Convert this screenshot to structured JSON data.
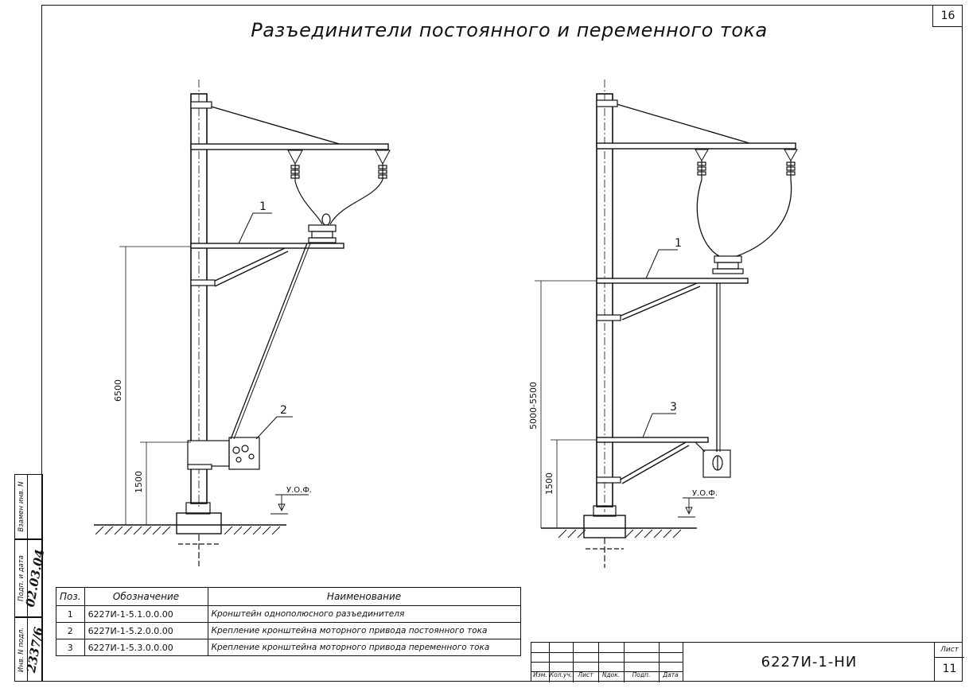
{
  "sheet_number": "16",
  "title": "Разъединители постоянного и переменного тока",
  "drawing_left": {
    "dim_total": "6500",
    "dim_lower": "1500",
    "ground_mark": "У.О.Ф.",
    "callouts": [
      "1",
      "2"
    ]
  },
  "drawing_right": {
    "dim_total": "5000-5500",
    "dim_lower": "1500",
    "ground_mark": "У.О.Ф.",
    "callouts": [
      "1",
      "3"
    ]
  },
  "spec_table": {
    "headers": [
      "Поз.",
      "Обозначение",
      "Наименование"
    ],
    "rows": [
      {
        "pos": "1",
        "code": "6227И-1-5.1.0.0.00",
        "name": "Кронштейн однополюсного разъединителя"
      },
      {
        "pos": "2",
        "code": "6227И-1-5.2.0.0.00",
        "name": "Крепление кронштейна моторного привода постоянного тока"
      },
      {
        "pos": "3",
        "code": "6227И-1-5.3.0.0.00",
        "name": "Крепление кронштейна моторного привода переменного тока"
      }
    ]
  },
  "side_stamp": {
    "labels": [
      "Взамен инв. N",
      "Подп. и дата",
      "Инв. N подл."
    ],
    "handwritten_date": "02.03.04",
    "handwritten_inv": "2337/6"
  },
  "title_block": {
    "columns": [
      "Изм.",
      "Кол.уч.",
      "Лист",
      "Nдок.",
      "Подп.",
      "Дата"
    ],
    "code": "6227И-1-НИ",
    "sheet_label": "Лист",
    "sheet_value": "11"
  }
}
